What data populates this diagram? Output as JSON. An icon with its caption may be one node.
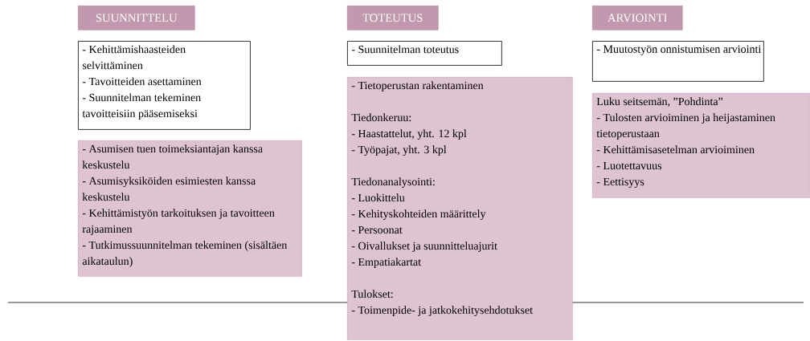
{
  "diagram": {
    "nodes": [
      {
        "text": [
          "SUUNNITTELU"
        ]
      },
      {
        "text": [
          "TOTEUTUS"
        ]
      },
      {
        "text": [
          "ARVIOINTI"
        ]
      },
      {
        "text": [
          "- Kehittämishaasteiden selvittäminen",
          "- Tavoitteiden asettaminen",
          "- Suunnitelman tekeminen tavoitteisiin pääsemiseksi"
        ]
      },
      {
        "text": [
          "- Suunnitelman toteutus"
        ]
      },
      {
        "text": [
          "- Muutostyön onnistumisen arviointi"
        ]
      },
      {
        "text": [
          "- Asumisen tuen toimeksiantajan kanssa keskustelu",
          "- Asumisyksiköiden esimiesten kanssa keskustelu",
          "- Kehittämistyön tarkoituksen ja tavoitteen rajaaminen",
          "- Tutkimussuunnitelman tekeminen (sisältäen aikataulun)"
        ]
      },
      {
        "text": [
          "- Tietoperustan rakentaminen",
          "Tiedonkeruu:",
          "- Haastattelut, yht. 12 kpl",
          "- Työpajat, yht. 3 kpl",
          "Tiedonanalysointi:",
          "- Luokittelu",
          "- Kehityskohteiden määrittely",
          "- Persoonat",
          "- Oivallukset ja suunnitteluajurit",
          "- Empatiakartat",
          "Tulokset:",
          "- Toimenpide- ja jatkokehitysehdotukset"
        ]
      },
      {
        "text": [
          "Luku seitsemän, ”Pohdinta”",
          "- Tulosten arvioiminen ja heijastaminen tietoperustaan",
          "- Kehittämisasetelman arvioiminen",
          "- Luotettavuus",
          "- Eettisyys"
        ]
      }
    ]
  }
}
